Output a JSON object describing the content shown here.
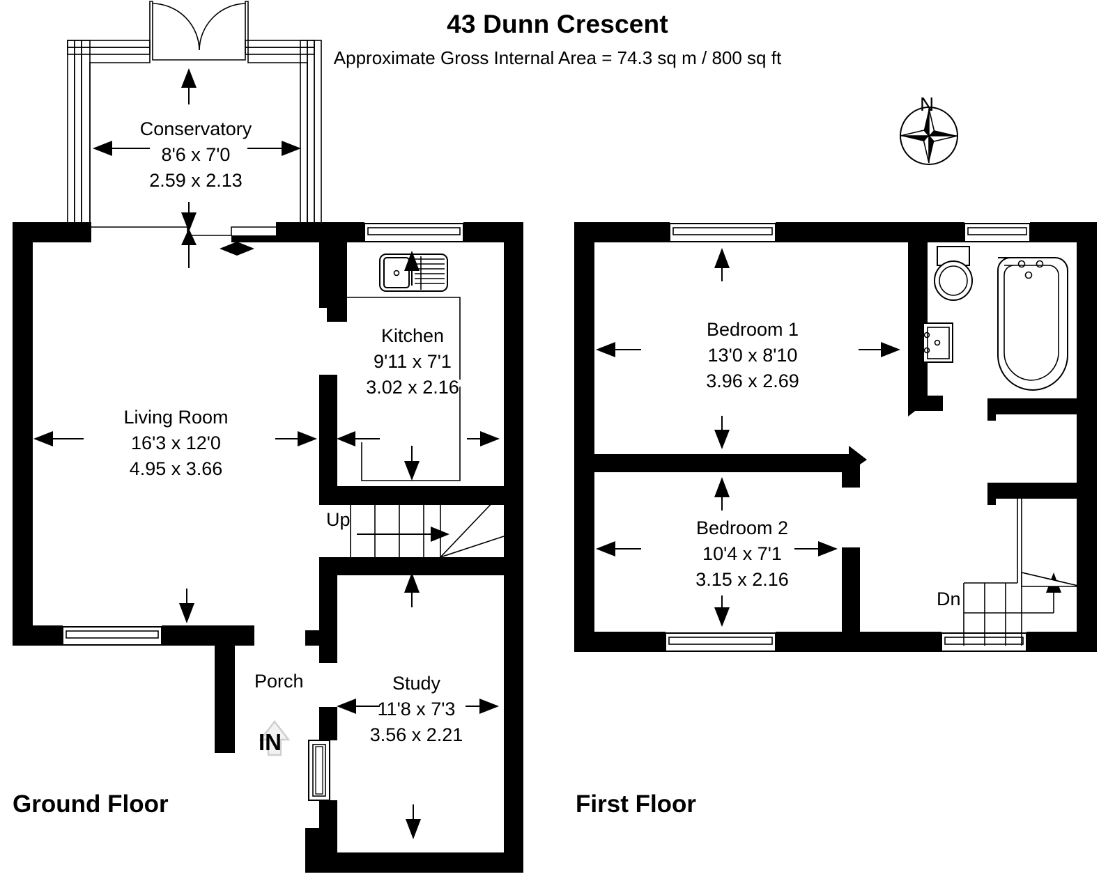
{
  "header": {
    "title": "43 Dunn Crescent",
    "subtitle": "Approximate Gross Internal Area = 74.3 sq m / 800 sq ft"
  },
  "compass": {
    "north_label": "N",
    "icon": "compass-rose-icon"
  },
  "floors": [
    {
      "id": "ground",
      "label": "Ground Floor",
      "rooms": [
        {
          "name": "Conservatory",
          "imperial": "8'6 x 7'0",
          "metric": "2.59 x 2.13"
        },
        {
          "name": "Living Room",
          "imperial": "16'3 x 12'0",
          "metric": "4.95 x 3.66"
        },
        {
          "name": "Kitchen",
          "imperial": "9'11 x 7'1",
          "metric": "3.02 x 2.16"
        },
        {
          "name": "Study",
          "imperial": "11'8 x 7'3",
          "metric": "3.56 x 2.21"
        },
        {
          "name": "Porch",
          "imperial": "",
          "metric": ""
        }
      ],
      "annotations": {
        "stairs_up": "Up",
        "entrance": "IN"
      }
    },
    {
      "id": "first",
      "label": "First Floor",
      "rooms": [
        {
          "name": "Bedroom 1",
          "imperial": "13'0 x 8'10",
          "metric": "3.96 x 2.69"
        },
        {
          "name": "Bedroom 2",
          "imperial": "10'4 x 7'1",
          "metric": "3.15 x 2.16"
        }
      ],
      "annotations": {
        "stairs_down": "Dn"
      },
      "fixtures": [
        "wc-icon",
        "basin-icon",
        "bathtub-icon"
      ]
    }
  ],
  "colors": {
    "wall": "#000000",
    "background": "#ffffff",
    "line": "#000000",
    "in_arrow": "#f2f2f2"
  }
}
